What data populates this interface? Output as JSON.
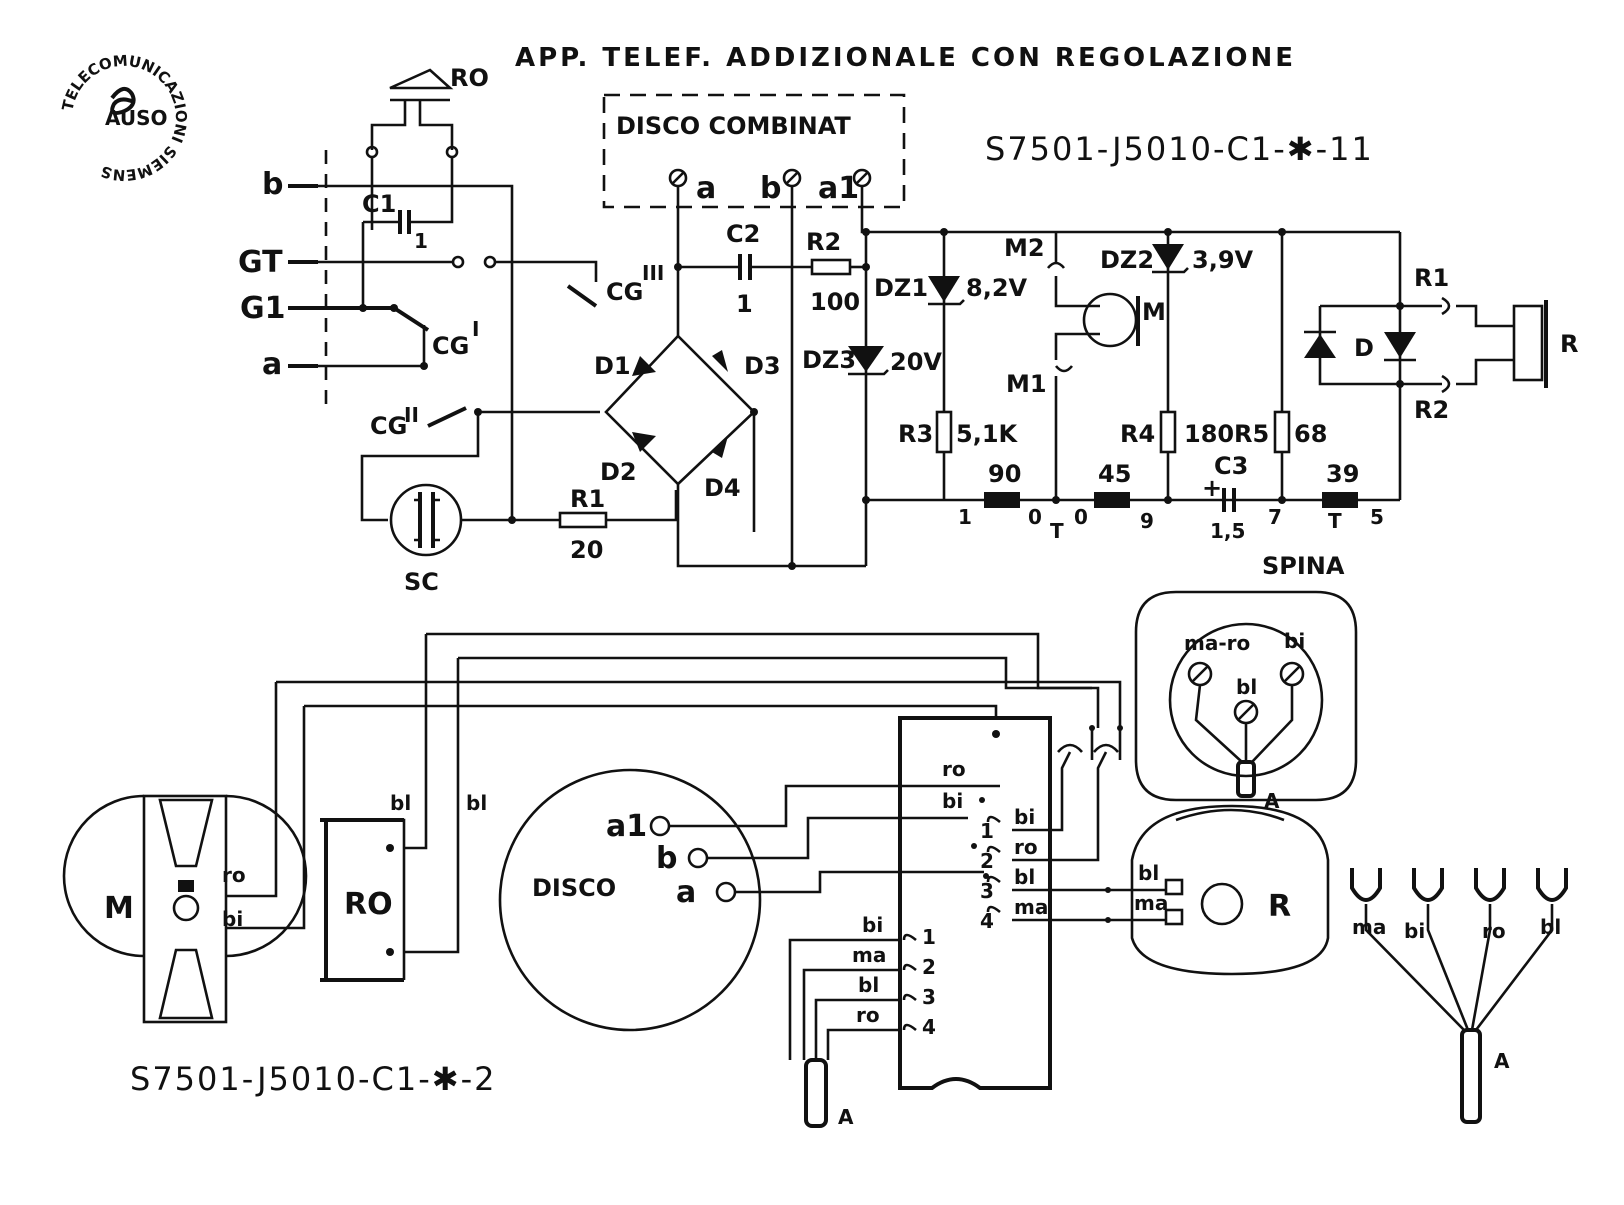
{
  "title": "APP. TELEF. ADDIZIONALE  CON REGOLAZIONE",
  "code_top": "S7501-J5010-C1-✱-11",
  "code_bottom": "S7501-J5010-C1-✱-2",
  "logo": {
    "ring": "TELECOMUNICAZIONI SIEMENS",
    "center": "AUSO"
  },
  "disco_box": "DISCO COMBINAT",
  "disco_terms": [
    "a",
    "b",
    "a1"
  ],
  "left_terms": [
    "b",
    "GT",
    "G1",
    "a"
  ],
  "ro_label": "RO",
  "c1": {
    "name": "C1",
    "value": "1"
  },
  "c2": {
    "name": "C2",
    "value": "1"
  },
  "r2": {
    "name": "R2",
    "value": "100"
  },
  "r1": {
    "name": "R1",
    "value": "20"
  },
  "cg": {
    "i": "CG",
    "ii": "CG",
    "iii": "CG",
    "sup_i": "I",
    "sup_ii": "II",
    "sup_iii": "III"
  },
  "sc": "SC",
  "diodes": [
    "D1",
    "D2",
    "D3",
    "D4"
  ],
  "dz1": {
    "name": "DZ1",
    "value": "8,2V"
  },
  "dz2": {
    "name": "DZ2",
    "value": "3,9V"
  },
  "dz3": {
    "name": "DZ3",
    "value": "20V"
  },
  "m_labels": [
    "M2",
    "M1",
    "M"
  ],
  "r3": {
    "name": "R3",
    "value": "5,1K"
  },
  "r4": {
    "name": "R4",
    "value": "180"
  },
  "r5": {
    "name": "R5",
    "value": "68"
  },
  "c3": {
    "name": "C3",
    "value": "1,5",
    "plus": "+"
  },
  "transformer": {
    "w1": "90",
    "w2": "45",
    "w3": "39",
    "pins": [
      "1",
      "0",
      "0",
      "9",
      "7",
      "5"
    ],
    "t1": "T",
    "t2": "T"
  },
  "receiver_right": {
    "r1": "R1",
    "r2": "R2",
    "d": "D",
    "r": "R"
  },
  "spina": {
    "title": "SPINA",
    "pins": [
      "ma-ro",
      "bi",
      "bl"
    ],
    "a": "A"
  },
  "bottom": {
    "m": "M",
    "m_wires": [
      "ro",
      "bi"
    ],
    "ro_block": "RO",
    "ro_wires": [
      "bl",
      "bl"
    ],
    "disco": "DISCO",
    "disco_terms": [
      "a1",
      "b",
      "a"
    ],
    "strip_wires_top": [
      "ro",
      "bi"
    ],
    "strip_right": [
      {
        "n": "1",
        "c": "bi"
      },
      {
        "n": "2",
        "c": "ro"
      },
      {
        "n": "3",
        "c": "bl"
      },
      {
        "n": "4",
        "c": "ma"
      }
    ],
    "strip_left": [
      {
        "n": "1",
        "c": "bi"
      },
      {
        "n": "2",
        "c": "ma"
      },
      {
        "n": "3",
        "c": "bl"
      },
      {
        "n": "4",
        "c": "ro"
      }
    ],
    "strip_a": "A",
    "receiver": {
      "label": "R",
      "wires": [
        "bl",
        "ma"
      ]
    },
    "fork_wires": [
      "ma",
      "bi",
      "ro",
      "bl"
    ],
    "fork_a": "A"
  }
}
